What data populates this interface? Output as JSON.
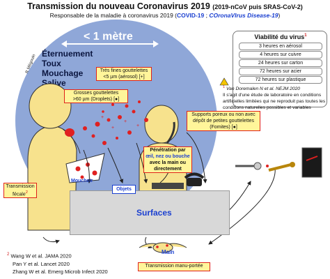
{
  "header": {
    "title_main": "Transmission du nouveau Coronavirus 2019",
    "title_sub": "(2019-nCoV puis SRAS-CoV-2)",
    "subtitle_prefix": "Responsable de la maladie à coronavirus 2019 (",
    "covid": "COVID-19",
    "subtitle_sep": " ; ",
    "covid_long_a": "COronaVIrus Disease-",
    "covid_long_b": "19",
    "subtitle_suffix": ")"
  },
  "bubble": {
    "distance": "< 1 mètre",
    "symptoms": [
      "Éternuement",
      "Toux",
      "Mouchage",
      "Salive"
    ],
    "author": "R Mégouin"
  },
  "boxes": {
    "fines_a": "Très fines gouttelettes",
    "fines_b": "<5 µm (aérosol) [+]",
    "grosses_a": "Grosses gouttelettes",
    "grosses_b": ">60 µm (Droplets) [●]",
    "supports_a": "Supports poreux ou non avec",
    "supports_b": "dépôt de petites gouttelettes",
    "supports_c": "(Fomites) [●]",
    "penetration_a": "Pénétration par",
    "penetration_b": "œil, nez ou bouche",
    "penetration_c": "avec la main ou",
    "penetration_d": "directement",
    "fecale_a": "Transmission",
    "fecale_b": "fécale",
    "fecale_sup": "2",
    "manu": "Transmission manu-portée"
  },
  "viability": {
    "title": "Viabilité du virus",
    "sup": "1",
    "lines": [
      "3 heures en aérosol",
      "4 heures sur cuivre",
      "24 heures sur carton",
      "72 heures sur acier",
      "72 heures sur plastique"
    ]
  },
  "note": {
    "warning_symbol": "!",
    "ref_sup": "1",
    "ref_text": "Van Doremalen N et al. NEJM 2020",
    "body": "Il s'agit d'une étude de laboratoire en conditions artificielles limitées qui ne reproduit pas toutes les conditions naturelles possibles et variables"
  },
  "labels": {
    "mouchoir": "Mouchoir",
    "objets": "Objets",
    "surfaces": "Surfaces",
    "main": "Main"
  },
  "references": {
    "sup": "2",
    "lines": [
      "Wang W et al. JAMA 2020",
      "Pan Y et al. Lancet 2020",
      "Zhang W et al. Emerg Microb Infect 2020"
    ]
  }
}
